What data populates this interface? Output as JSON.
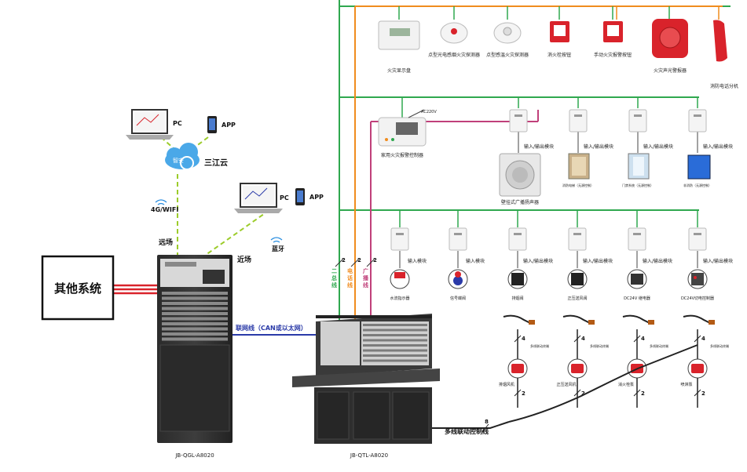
{
  "other_system": {
    "label": "其他系统"
  },
  "cloud": {
    "label": "三江云",
    "cloud_text": "智安"
  },
  "remote": {
    "pc": "PC",
    "app": "APP",
    "link": "4G/WIFI",
    "mode": "远场"
  },
  "near": {
    "pc": "PC",
    "app": "APP",
    "link": "蓝牙",
    "mode": "近场"
  },
  "cabinet_left": {
    "model": "JB-QGL-A8020"
  },
  "cabinet_right": {
    "model": "JB-QTL-A8020"
  },
  "network_line": {
    "label": "联网线（CAN或以太网）"
  },
  "bus_labels": [
    {
      "num": "2",
      "name": "二总线",
      "color": "#2fa84f"
    },
    {
      "num": "2",
      "name": "电话线",
      "color": "#f08c1e"
    },
    {
      "num": "2",
      "name": "广播线",
      "color": "#c0407a"
    }
  ],
  "multi_line": {
    "label": "多线联动控制线",
    "num": "8"
  },
  "top_devices": [
    {
      "name": "火灾显示盘",
      "icon": "fire-display-panel-icon"
    },
    {
      "name": "点型光电感烟火灾探测器",
      "icon": "smoke-detector-icon"
    },
    {
      "name": "点型感温火灾探测器",
      "icon": "heat-detector-icon"
    },
    {
      "name": "消火栓按钮",
      "icon": "hydrant-button-icon"
    },
    {
      "name": "手动火灾报警按钮",
      "icon": "manual-alarm-button-icon"
    },
    {
      "name": "火灾声光警报器",
      "icon": "sound-light-alarm-icon"
    },
    {
      "name": "消防电话分机",
      "icon": "fire-phone-icon"
    }
  ],
  "home_controller": {
    "name": "家用火灾报警控制器",
    "power": "AC220V"
  },
  "row2_modules": [
    {
      "label": "输入/输出模块",
      "device": "壁挂式广播扬声器"
    },
    {
      "label": "输入/输出模块",
      "device": "消防电梯（无源控制）"
    },
    {
      "label": "输入/输出模块",
      "device": "门禁系统（无源控制）"
    },
    {
      "label": "输入/输出模块",
      "device": "非消防（无源控制）"
    }
  ],
  "row3_modules": [
    {
      "label": "输入模块",
      "device": "水流指示器"
    },
    {
      "label": "输入模块",
      "device": "信号蝶阀"
    },
    {
      "label": "输入/输出模块",
      "device": "排烟阀"
    },
    {
      "label": "输入/输出模块",
      "device": "正压送风阀"
    },
    {
      "label": "输入/输出模块",
      "device": "DC24V 继电器"
    },
    {
      "label": "输入/输出模块",
      "device": "DC24V切电控制器"
    }
  ],
  "row4": {
    "cable_num": "4",
    "motor_num": "2",
    "cable_label": "多线联动终端",
    "motors": [
      "排烟风机",
      "正压送风机",
      "消火栓泵",
      "喷淋泵"
    ]
  },
  "colors": {
    "bus": "#2fa84f",
    "phone": "#f08c1e",
    "broadcast": "#c0407a",
    "network": "#2a3aa8",
    "dashed": "#9ccc2a",
    "red": "#d9232b"
  }
}
